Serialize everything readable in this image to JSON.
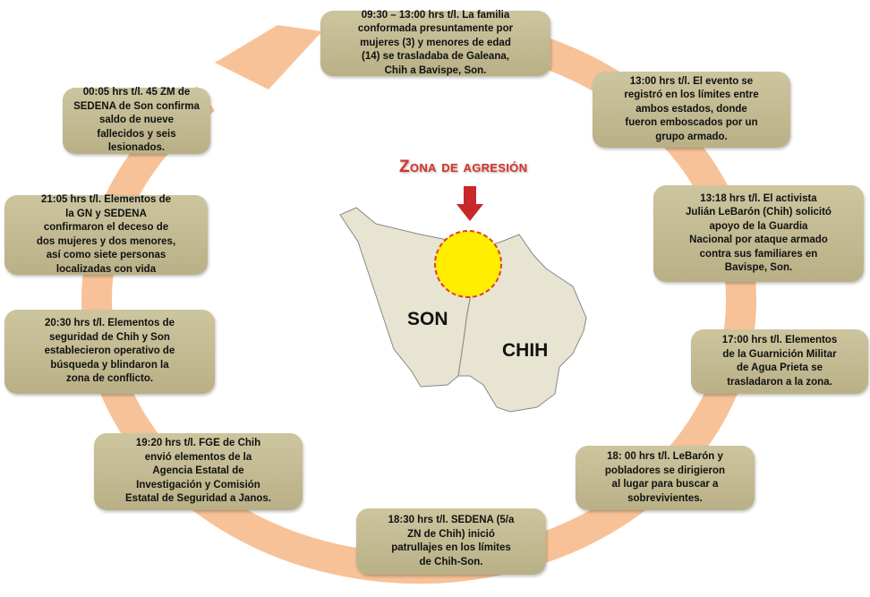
{
  "title": "Zona de agresión",
  "map_labels": {
    "son": "SON",
    "chih": "CHIH"
  },
  "colors": {
    "box": "#c4bb92",
    "ring": "#f8c298",
    "title": "#d7332a",
    "zone": "#ffee00"
  },
  "events": [
    {
      "text": "09:30 – 13:00 hrs t/l. La familia\nconformada presuntamente por\nmujeres (3) y menores de edad\n(14) se trasladaba de Galeana,\nChih a Bavispe, Son."
    },
    {
      "text": "13:00 hrs t/l. El evento se\nregistró en los límites entre\nambos estados, donde\nfueron emboscados por un\ngrupo armado."
    },
    {
      "text": "13:18  hrs t/l. El activista\nJulián LeBarón (Chih) solicitó\napoyo de la Guardia\nNacional por ataque armado\ncontra sus  familiares en\nBavispe, Son."
    },
    {
      "text": "17:00 hrs t/l. Elementos\nde la Guarnición Militar\nde Agua Prieta se\ntrasladaron a la zona."
    },
    {
      "text": "18: 00 hrs t/l. LeBarón y\npobladores se dirigieron\nal lugar para buscar a\nsobrevivientes."
    },
    {
      "text": "18:30 hrs t/l. SEDENA (5/a\nZN de Chih) inició\npatrullajes en los límites\nde Chih-Son."
    },
    {
      "text": "19:20 hrs t/l. FGE de Chih\nenvió elementos de la\nAgencia Estatal de\nInvestigación y Comisión\nEstatal de Seguridad a Janos."
    },
    {
      "text": "20:30 hrs t/l. Elementos de\nseguridad de Chih y Son\nestablecieron operativo de\nbúsqueda y blindaron la\nzona de conflicto."
    },
    {
      "text": "21:05 hrs t/l. Elementos de\nla GN y SEDENA\nconfirmaron el deceso de\ndos mujeres y dos menores,\nasí como siete personas\nlocalizadas con vida"
    },
    {
      "text": "00:05 hrs t/l. 45 ZM de\nSEDENA de Son confirma\nsaldo de nueve\nfallecidos y seis\nlesionados."
    }
  ]
}
